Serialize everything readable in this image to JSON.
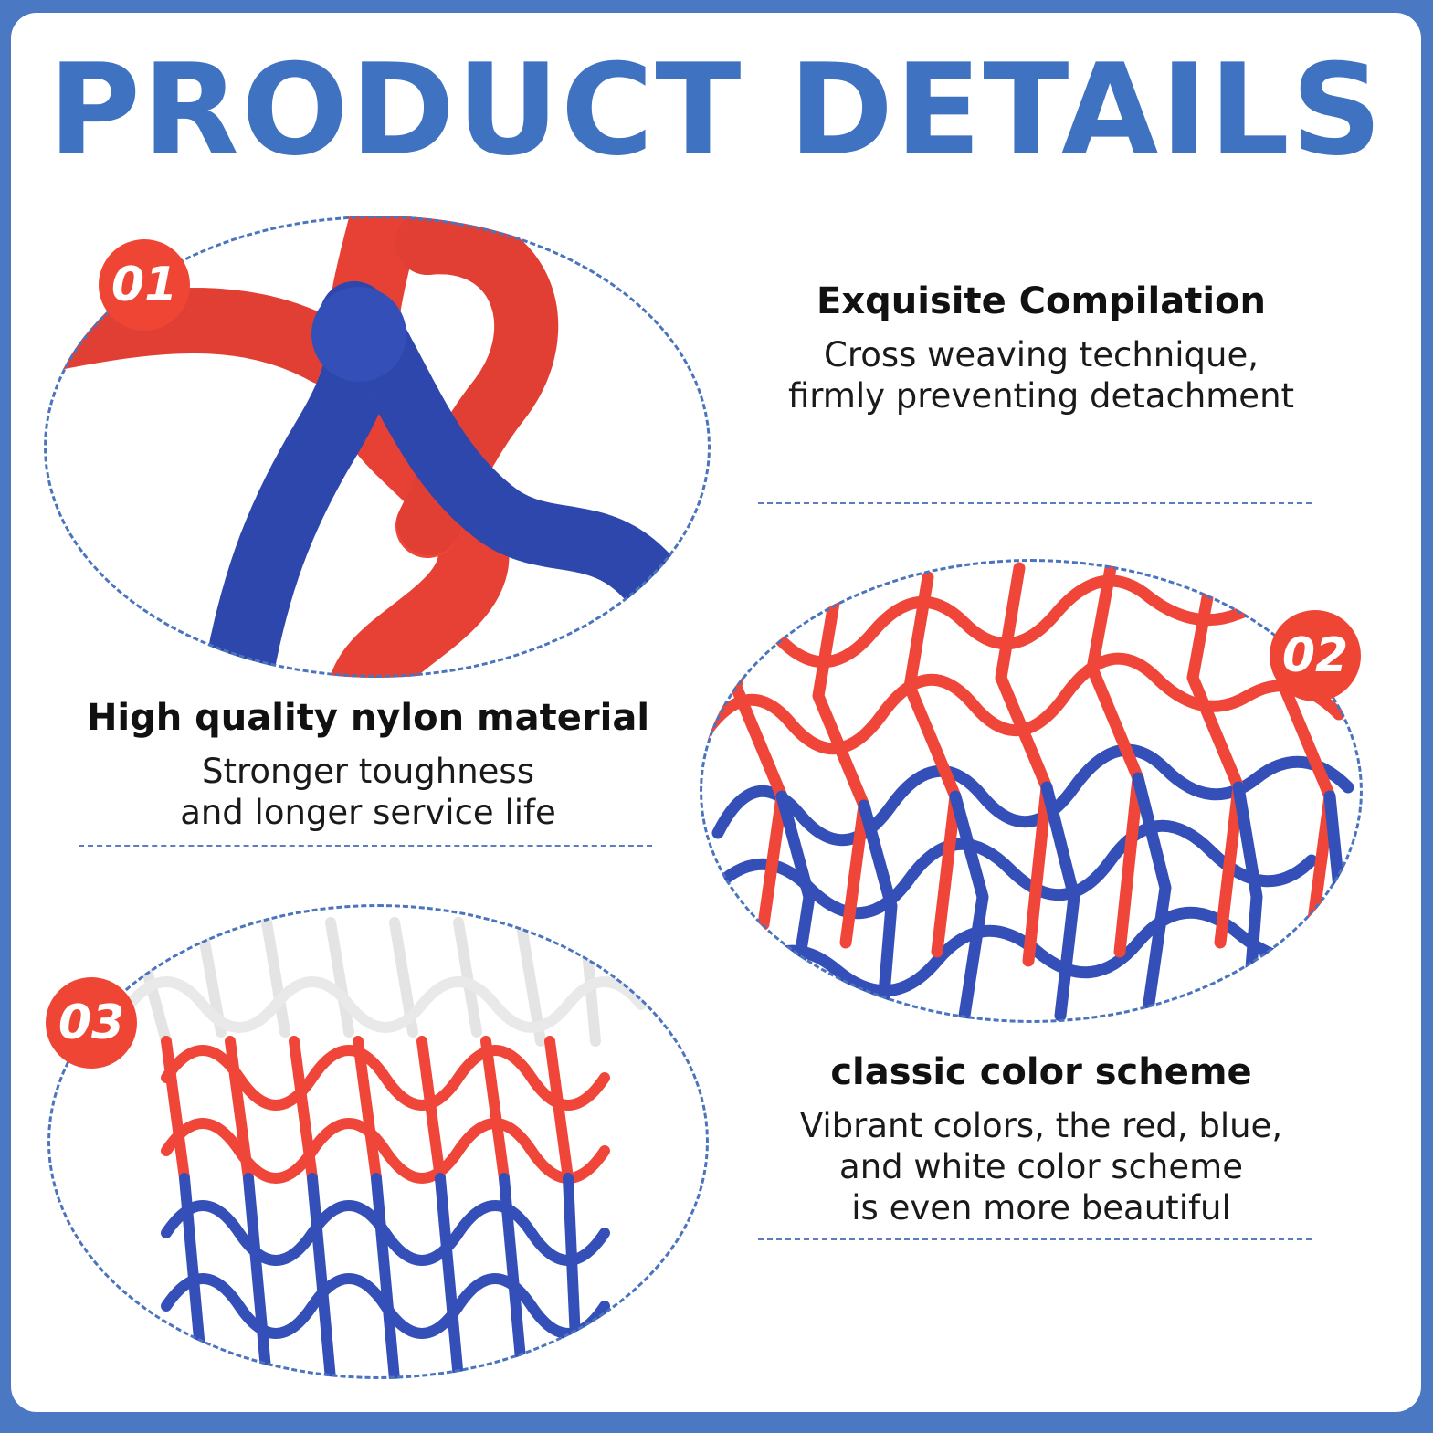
{
  "title": "PRODUCT DETAILS",
  "features": [
    {
      "badge": "01",
      "heading": "High quality nylon material",
      "description": "Stronger toughness\nand longer service life"
    },
    {
      "badge": "02",
      "heading": "Exquisite Compilation",
      "description": "Cross weaving technique,\nfirmly preventing detachment"
    },
    {
      "badge": "03",
      "heading": "classic color scheme",
      "description": "Vibrant colors, the red, blue,\nand white color scheme\nis even more beautiful"
    }
  ],
  "colors": {
    "frame": "#4a78c2",
    "title": "#3f72c0",
    "badge": "#ef4534",
    "net_red": "#f0463a",
    "net_blue": "#3450b8",
    "net_white": "#f4f4f4",
    "dashed_line": "#4a74bd"
  }
}
